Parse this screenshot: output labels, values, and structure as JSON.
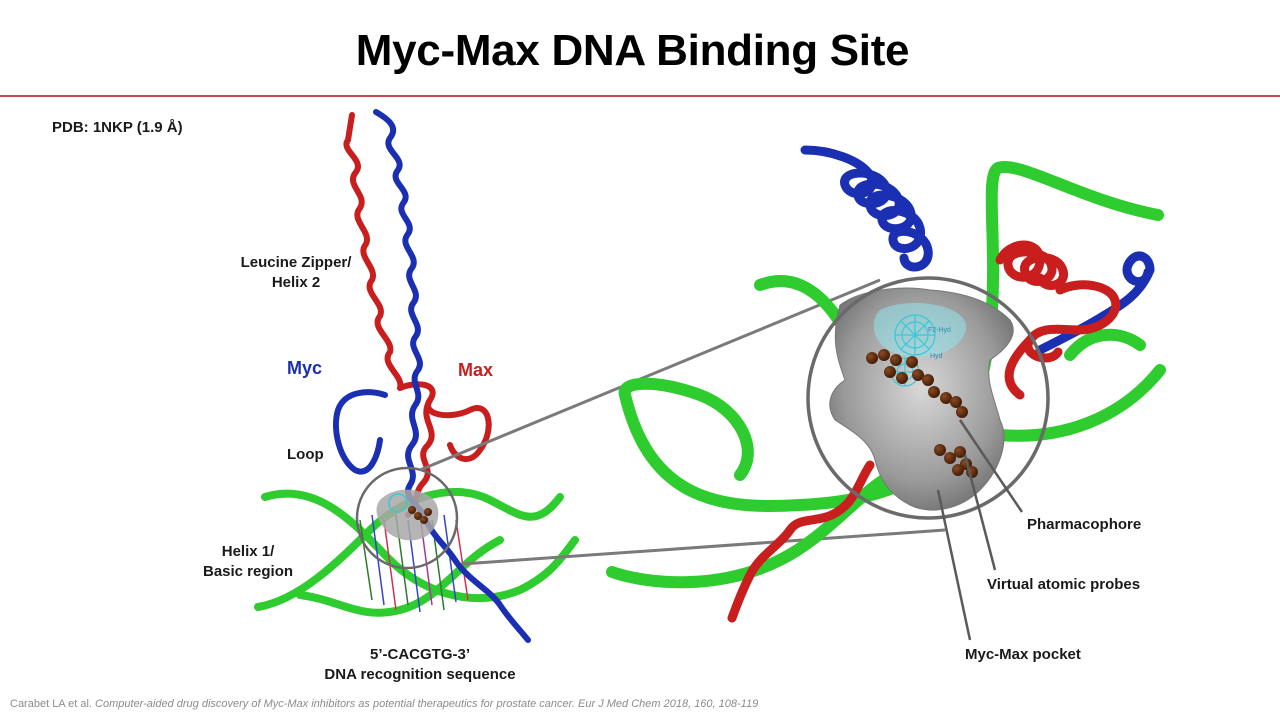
{
  "title": "Myc-Max DNA Binding Site",
  "pdb": "PDB: 1NKP (1.9 Å)",
  "labels": {
    "zipper_line1": "Leucine Zipper/",
    "zipper_line2": "Helix 2",
    "myc": "Myc",
    "max": "Max",
    "loop": "Loop",
    "helix1_line1": "Helix 1/",
    "helix1_line2": "Basic region",
    "dna_line1": "5’-CACGTG-3’",
    "dna_line2": "DNA recognition sequence",
    "pharmacophore": "Pharmacophore",
    "probes": "Virtual atomic probes",
    "pocket": "Myc-Max pocket",
    "mesh_label_1": "F2-Hyd",
    "mesh_label_2": "Hyd"
  },
  "citation": {
    "authors": "Carabet LA et al.",
    "text": "Computer-aided drug discovery of Myc-Max inhibitors as potential therapeutics for prostate cancer. Eur J Med Chem 2018, 160, 108-119"
  },
  "colors": {
    "myc": "#1b2fb3",
    "max": "#c81e1e",
    "dna": "#2ecc2e",
    "pocket": "#9a9a9a",
    "probes": "#5a2a10",
    "mesh": "#36c8d8",
    "accent_rule": "#c0504d"
  }
}
